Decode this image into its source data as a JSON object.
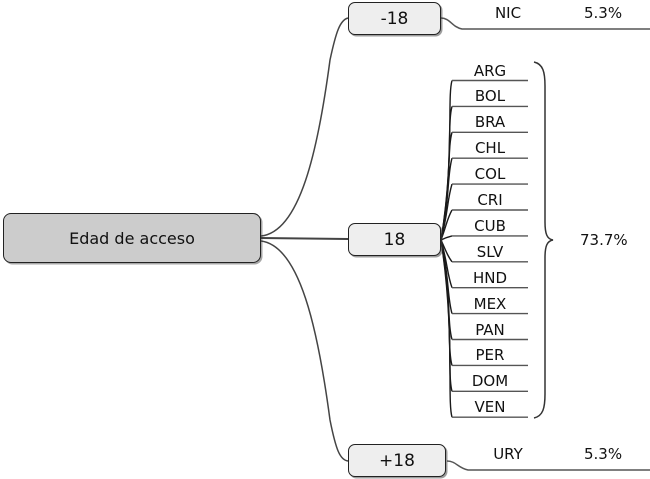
{
  "diagram": {
    "type": "mind-map",
    "root": {
      "label": "Edad de acceso"
    },
    "branches": [
      {
        "id": "minus18",
        "label": "-18",
        "percent": "5.3%",
        "countries": [
          "NIC"
        ]
      },
      {
        "id": "18",
        "label": "18",
        "percent": "73.7%",
        "countries": [
          "ARG",
          "BOL",
          "BRA",
          "CHL",
          "COL",
          "CRI",
          "CUB",
          "SLV",
          "HND",
          "MEX",
          "PAN",
          "PER",
          "DOM",
          "VEN"
        ]
      },
      {
        "id": "plus18",
        "label": "+18",
        "percent": "5.3%",
        "countries": [
          "URY"
        ]
      }
    ],
    "colors": {
      "root_fill": "#cccccc",
      "node_fill": "#eeeeee",
      "stroke": "#222222",
      "line": "#555555",
      "background": "#ffffff",
      "text": "#111111"
    }
  }
}
